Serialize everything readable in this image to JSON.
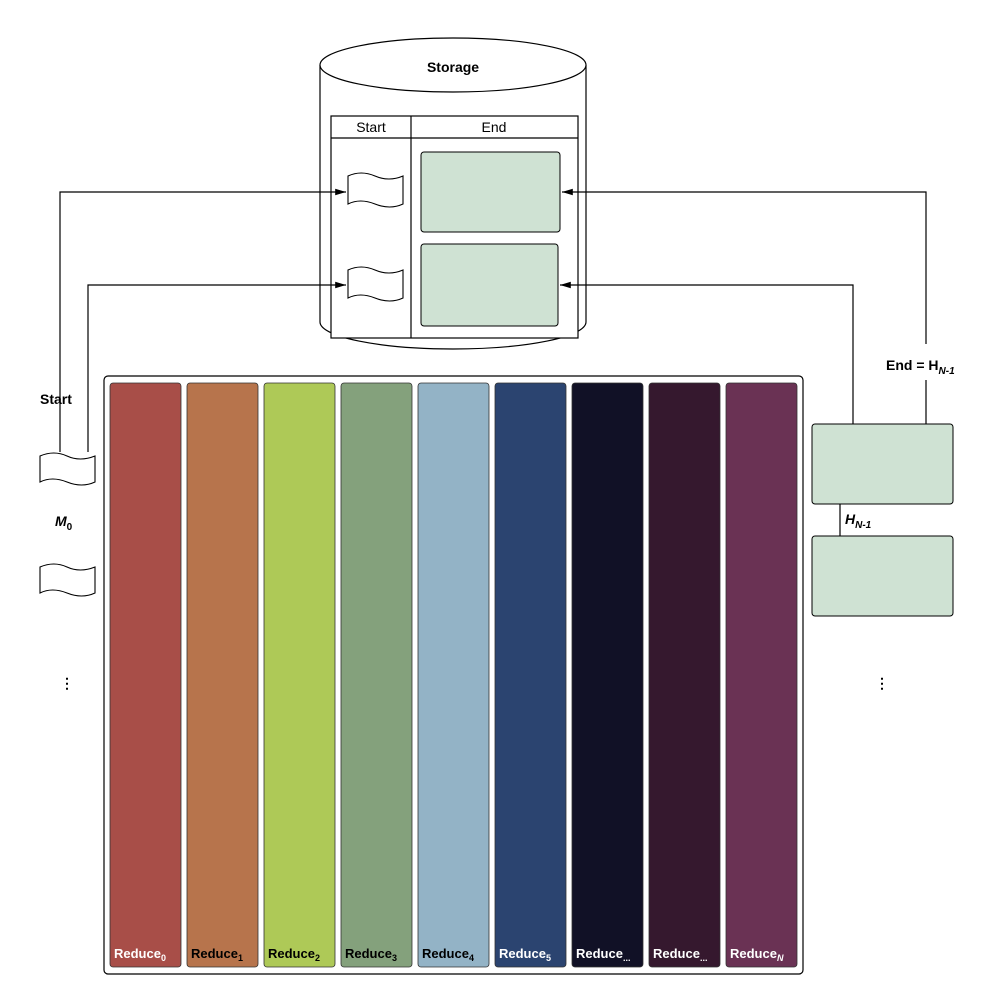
{
  "storage": {
    "title": "Storage",
    "col_start": "Start",
    "col_end": "End"
  },
  "left": {
    "start_label": "Start",
    "m_label": "M",
    "m_sub": "0",
    "ellipsis": "⋮"
  },
  "right": {
    "end_eq_label": "End = H",
    "end_eq_sub": "N-1",
    "h_label": "H",
    "h_sub": "N-1",
    "ellipsis": "⋮"
  },
  "colors": {
    "box_fill": "#cfe2d3",
    "line": "#000000"
  },
  "reducers": [
    {
      "name": "Reduce",
      "sub": "0",
      "color": "#a84e48",
      "text_color": "#ffffff"
    },
    {
      "name": "Reduce",
      "sub": "1",
      "color": "#b7744c",
      "text_color": "#000000"
    },
    {
      "name": "Reduce",
      "sub": "2",
      "color": "#aec957",
      "text_color": "#000000"
    },
    {
      "name": "Reduce",
      "sub": "3",
      "color": "#84a17c",
      "text_color": "#000000"
    },
    {
      "name": "Reduce",
      "sub": "4",
      "color": "#93b3c6",
      "text_color": "#000000"
    },
    {
      "name": "Reduce",
      "sub": "5",
      "color": "#2b4470",
      "text_color": "#ffffff"
    },
    {
      "name": "Reduce",
      "sub": "...",
      "color": "#111126",
      "text_color": "#ffffff"
    },
    {
      "name": "Reduce",
      "sub": "...",
      "color": "#35182e",
      "text_color": "#ffffff"
    },
    {
      "name": "Reduce",
      "sub": "N",
      "color": "#6a3254",
      "text_color": "#ffffff"
    }
  ]
}
